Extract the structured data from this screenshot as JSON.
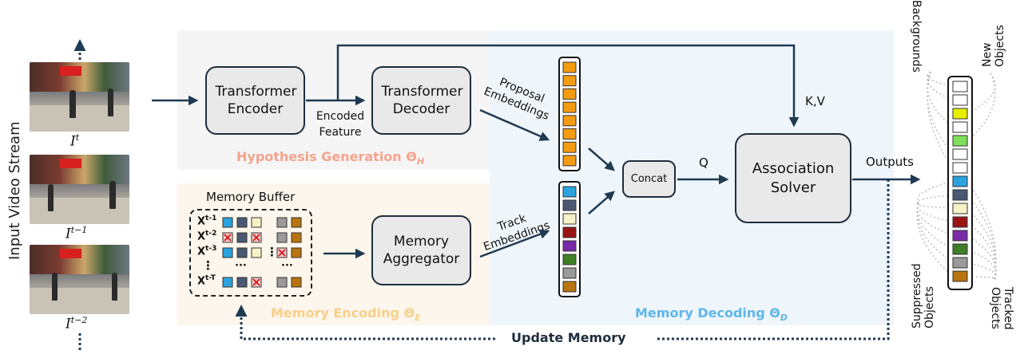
{
  "side_label": "Input Video Stream",
  "frames": [
    {
      "label": "I^t",
      "sup": "t"
    },
    {
      "label": "I^{t-1}",
      "sup": "t−1"
    },
    {
      "label": "I^{t-2}",
      "sup": "t−2"
    }
  ],
  "frame_base": "I",
  "modules": {
    "transformer_encoder": "Transformer Encoder",
    "transformer_decoder": "Transformer Decoder",
    "memory_aggregator": "Memory Aggregator",
    "concat": "Concat",
    "association_solver": "Association Solver"
  },
  "edge_labels": {
    "encoded_feature": "Encoded Feature",
    "proposal_embeddings": "Proposal Embeddings",
    "track_embeddings": "Track Embeddings",
    "kv": "K,V",
    "q": "Q",
    "outputs": "Outputs",
    "update_memory": "Update Memory"
  },
  "regions": {
    "hypothesis_generation": {
      "text": "Hypothesis Generation ",
      "sym": "Θ",
      "sub": "H",
      "color": "#f4a38c"
    },
    "memory_encoding": {
      "text": "Memory Encoding ",
      "sym": "Θ",
      "sub": "E",
      "color": "#f7cf8a"
    },
    "memory_decoding": {
      "text": "Memory Decoding ",
      "sym": "Θ",
      "sub": "D",
      "color": "#5fb6ea"
    }
  },
  "memory_buffer": {
    "title": "Memory Buffer",
    "rows": [
      {
        "label": "X",
        "sup": "t-1"
      },
      {
        "label": "X",
        "sup": "t-2"
      },
      {
        "label": "X",
        "sup": "t-3"
      },
      {
        "label": "X",
        "sup": "t-T"
      }
    ],
    "ellipsis": "⋮",
    "hdots": "···"
  },
  "output_labels": {
    "backgrounds": "Backgrounds",
    "new_objects": "New Objects",
    "suppressed_objects": "Suppressed Objects",
    "tracked_objects": "Tracked Objects"
  },
  "colors": {
    "proposal": "#f39c12",
    "track": [
      "#2ba3e0",
      "#4a5872",
      "#f6f2c6",
      "#9a1414",
      "#7a2aa8",
      "#3f7f28",
      "#9a9a9a",
      "#b8740d"
    ],
    "output": [
      "#ffffff",
      "#ffffff",
      "#e8f000",
      "#ffffff",
      "#7fe05a",
      "#ffffff",
      "#ffffff",
      "#2ba3e0",
      "#4a5872",
      "#f6f2c6",
      "#9a1414",
      "#7a2aa8",
      "#3f7f28",
      "#9a9a9a",
      "#b8740d"
    ],
    "arrow": "#1f3a52",
    "box_fill": "#e9e9e9"
  }
}
